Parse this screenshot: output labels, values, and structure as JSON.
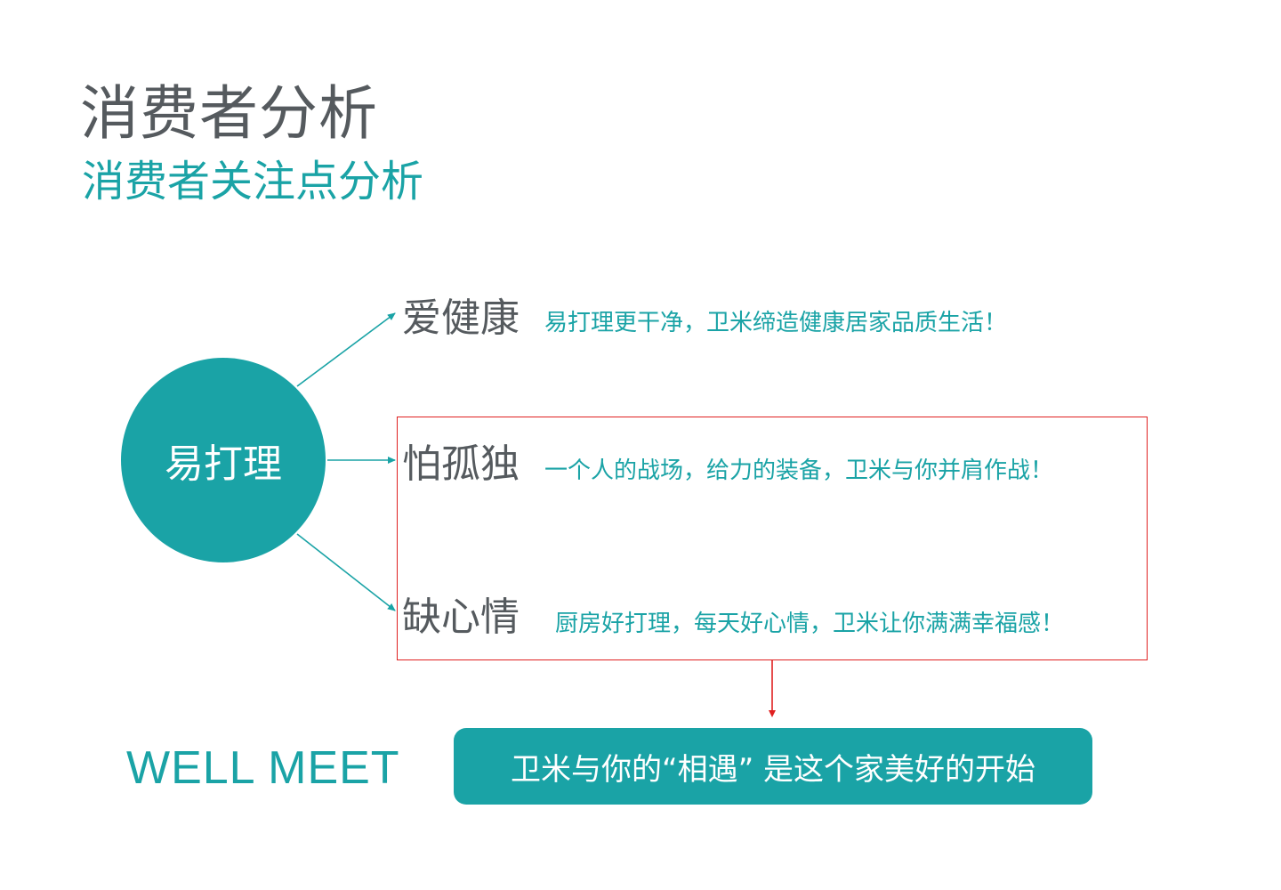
{
  "header": {
    "title": "消费者分析",
    "subtitle": "消费者关注点分析"
  },
  "hub": {
    "label": "易打理"
  },
  "branches": [
    {
      "topic": "爱健康",
      "description": "易打理更干净，卫米缔造健康居家品质生活！"
    },
    {
      "topic": "怕孤独",
      "description": "一个人的战场，给力的装备，卫米与你并肩作战！"
    },
    {
      "topic": "缺心情",
      "description": "厨房好打理，每天好心情，卫米让你满满幸福感！"
    }
  ],
  "footer": {
    "brand": "WELL MEET",
    "slogan": "卫米与你的“相遇” 是这个家美好的开始"
  },
  "colors": {
    "accent": "#1aa3a6",
    "text_dark": "#555a5e",
    "highlight": "#e02020"
  }
}
